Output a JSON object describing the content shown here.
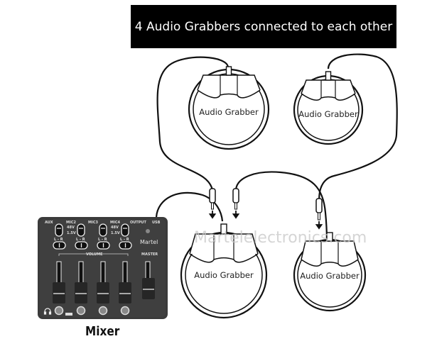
{
  "title": "4 Audio Grabbers connected to each other",
  "grabbers": [
    {
      "label": "Audio Grabber"
    },
    {
      "label": "Audio Grabber"
    },
    {
      "label": "Audio Grabber"
    },
    {
      "label": "Audio Grabber"
    }
  ],
  "mixer": {
    "caption": "Mixer",
    "brand": "Martel",
    "top_labels": [
      "AUX",
      "MIC2",
      "MIC3",
      "MIC4",
      "OUTPUT",
      "USB"
    ],
    "switch_labels": [
      "48V",
      "1.5V",
      "48V",
      "1.5V"
    ],
    "lr_labels": [
      "L - R",
      "L - R",
      "L - R",
      "L - R"
    ],
    "volume_label": "VOLUME",
    "master_label": "MASTER",
    "icons": [
      "headphone-icon"
    ]
  },
  "watermark": "Martelelectronics.com",
  "colors": {
    "title_bg": "#000000",
    "title_fg": "#ffffff",
    "mixer_body": "#3a3a3a",
    "line": "#111111"
  }
}
